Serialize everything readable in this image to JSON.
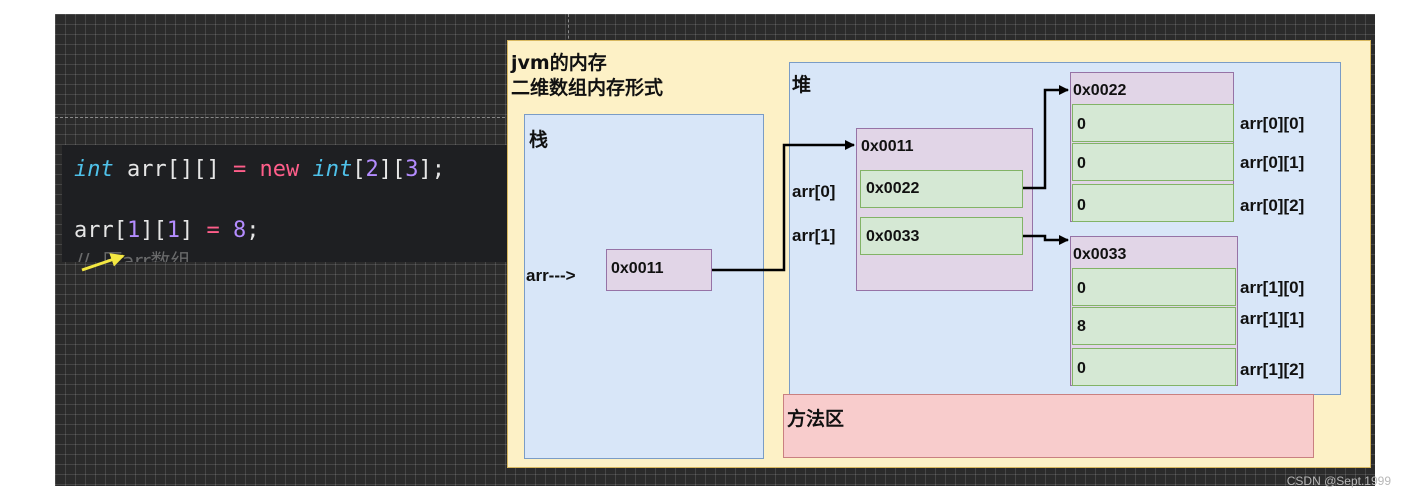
{
  "code": {
    "line1": {
      "type1": "int",
      "name": " arr[][] ",
      "eq": "=",
      "new": " new ",
      "type2": "int",
      "b1": "[",
      "n1": "2",
      "b2": "][",
      "n2": "3",
      "b3": "];"
    },
    "line2": {
      "pre": "arr[",
      "i1": "1",
      "mid": "][",
      "i2": "1",
      "post": "] ",
      "eq": "=",
      "sp": " ",
      "val": "8",
      "end": ";"
    },
    "faded_hint": "//  压arr数组"
  },
  "diagram": {
    "title_line1": "jvm的内存",
    "title_line2": "二维数组内存形式",
    "stack_label": "栈",
    "heap_label": "堆",
    "method_area_label": "方法区",
    "stack_var_label": "arr--->",
    "stack_var_value": "0x0011",
    "outer_array": {
      "address": "0x0011",
      "cells": [
        {
          "label": "arr[0]",
          "value": "0x0022"
        },
        {
          "label": "arr[1]",
          "value": "0x0033"
        }
      ]
    },
    "inner_arrays": [
      {
        "address": "0x0022",
        "cells": [
          {
            "value": "0",
            "label": "arr[0][0]"
          },
          {
            "value": "0",
            "label": "arr[0][1]"
          },
          {
            "value": "0",
            "label": "arr[0][2]"
          }
        ]
      },
      {
        "address": "0x0033",
        "cells": [
          {
            "value": "0",
            "label": "arr[1][0]"
          },
          {
            "value": "8",
            "label": "arr[1][1]"
          },
          {
            "value": "0",
            "label": "arr[1][2]"
          }
        ]
      }
    ]
  },
  "credit": "CSDN @Sept.1999",
  "colors": {
    "container": "#fdf1c6",
    "region": "#d8e6f8",
    "method_area": "#f8cccc",
    "array_block": "#e1d5e7",
    "cell": "#d5e8d4"
  }
}
